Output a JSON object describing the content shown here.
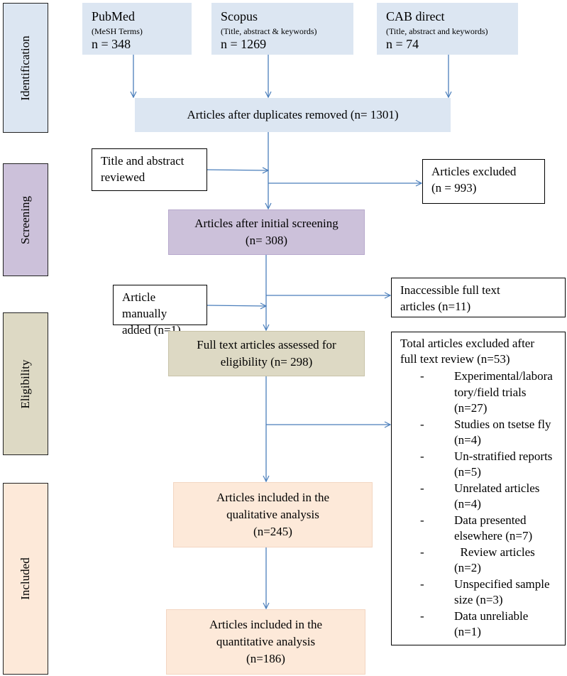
{
  "stages": {
    "identification": "Identification",
    "screening": "Screening",
    "eligibility": "Eligibility",
    "included": "Included"
  },
  "sources": [
    {
      "name": "PubMed",
      "subtitle": "(MeSH Terms)",
      "count": "n = 348"
    },
    {
      "name": "Scopus",
      "subtitle": "(Title, abstract & keywords)",
      "count": "n = 1269"
    },
    {
      "name": "CAB direct",
      "subtitle": "(Title, abstract and keywords)",
      "count": "n = 74"
    }
  ],
  "dedup": "Articles after duplicates removed (n= 1301)",
  "title_abstract": {
    "line1": "Title and abstract",
    "line2": "reviewed"
  },
  "excluded_screen": {
    "line1": "Articles excluded",
    "line2": "(n = 993)"
  },
  "initial_screening": {
    "line1": "Articles after initial screening",
    "line2": "(n= 308)"
  },
  "manual_added": {
    "line1": "Article manually",
    "line2": "added (n=1)"
  },
  "inaccessible": {
    "line1": "Inaccessible full text",
    "line2": "articles (n=11)"
  },
  "full_text": {
    "line1": "Full text articles assessed for",
    "line2": "eligibility (n= 298)"
  },
  "excluded_full": {
    "title1": "Total articles excluded after",
    "title2": "full text review (n=53)",
    "items": [
      {
        "dash": "-",
        "line1": "Experimental/labora",
        "line2": "tory/field trials",
        "line3": "(n=27)"
      },
      {
        "dash": "-",
        "line1": "Studies on tsetse fly",
        "line2": "(n=4)"
      },
      {
        "dash": "-",
        "line1": "Un-stratified reports",
        "line2": "(n=5)"
      },
      {
        "dash": "-",
        "line1": "Unrelated articles",
        "line2": "(n=4)"
      },
      {
        "dash": "-",
        "line1": "Data presented",
        "line2": "elsewhere (n=7)"
      },
      {
        "dash": "-",
        "line1": "  Review articles",
        "line2": "(n=2)"
      },
      {
        "dash": "-",
        "line1": "Unspecified sample",
        "line2": "size (n=3)"
      },
      {
        "dash": "-",
        "line1": "Data unreliable",
        "line2": "(n=1)"
      }
    ]
  },
  "qualitative": {
    "line1": "Articles included in the",
    "line2": "qualitative analysis",
    "line3": "(n=245)"
  },
  "quantitative": {
    "line1": "Articles included in the",
    "line2": "quantitative analysis",
    "line3": "(n=186)"
  },
  "colors": {
    "arrow": "#4a7ebb",
    "identification": "#dce6f2",
    "screening": "#ccc1da",
    "eligibility": "#ddd9c4",
    "included": "#fde9d9"
  }
}
